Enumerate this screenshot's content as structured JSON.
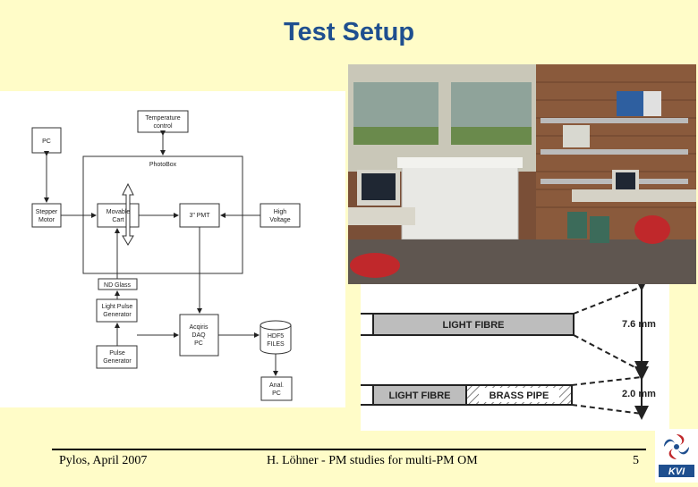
{
  "slide": {
    "title": "Test Setup",
    "footer": {
      "left": "Pylos, April 2007",
      "center": "H. Löhner - PM studies for multi-PM OM",
      "page_number": "5"
    },
    "logo_text": "KVI"
  },
  "block_diagram": {
    "pc": "PC",
    "temperature_control_line1": "Temperature",
    "temperature_control_line2": "control",
    "photobox": "PhotoBox",
    "stepper_motor_line1": "Stepper",
    "stepper_motor_line2": "Motor",
    "movable_cart_line1": "Movable",
    "movable_cart_line2": "Cart",
    "pmt": "3\" PMT",
    "high_voltage_line1": "High",
    "high_voltage_line2": "Voltage",
    "nd_glass": "ND Glass",
    "light_pulse_gen_line1": "Light Pulse",
    "light_pulse_gen_line2": "Generator",
    "pulse_gen_line1": "Pulse",
    "pulse_gen_line2": "Generator",
    "daq_pc_line1": "Acqiris",
    "daq_pc_line2": "DAQ",
    "daq_pc_line3": "PC",
    "hdf5_line1": "HDF5",
    "hdf5_line2": "FILES",
    "anal_pc_line1": "Anal.",
    "anal_pc_line2": "PC"
  },
  "fibre_diagram": {
    "light_fibre_top": "LIGHT FIBRE",
    "light_fibre_bottom": "LIGHT FIBRE",
    "brass_pipe": "BRASS PIPE",
    "spot_top": "7.6 mm",
    "spot_bottom": "2.0 mm"
  }
}
